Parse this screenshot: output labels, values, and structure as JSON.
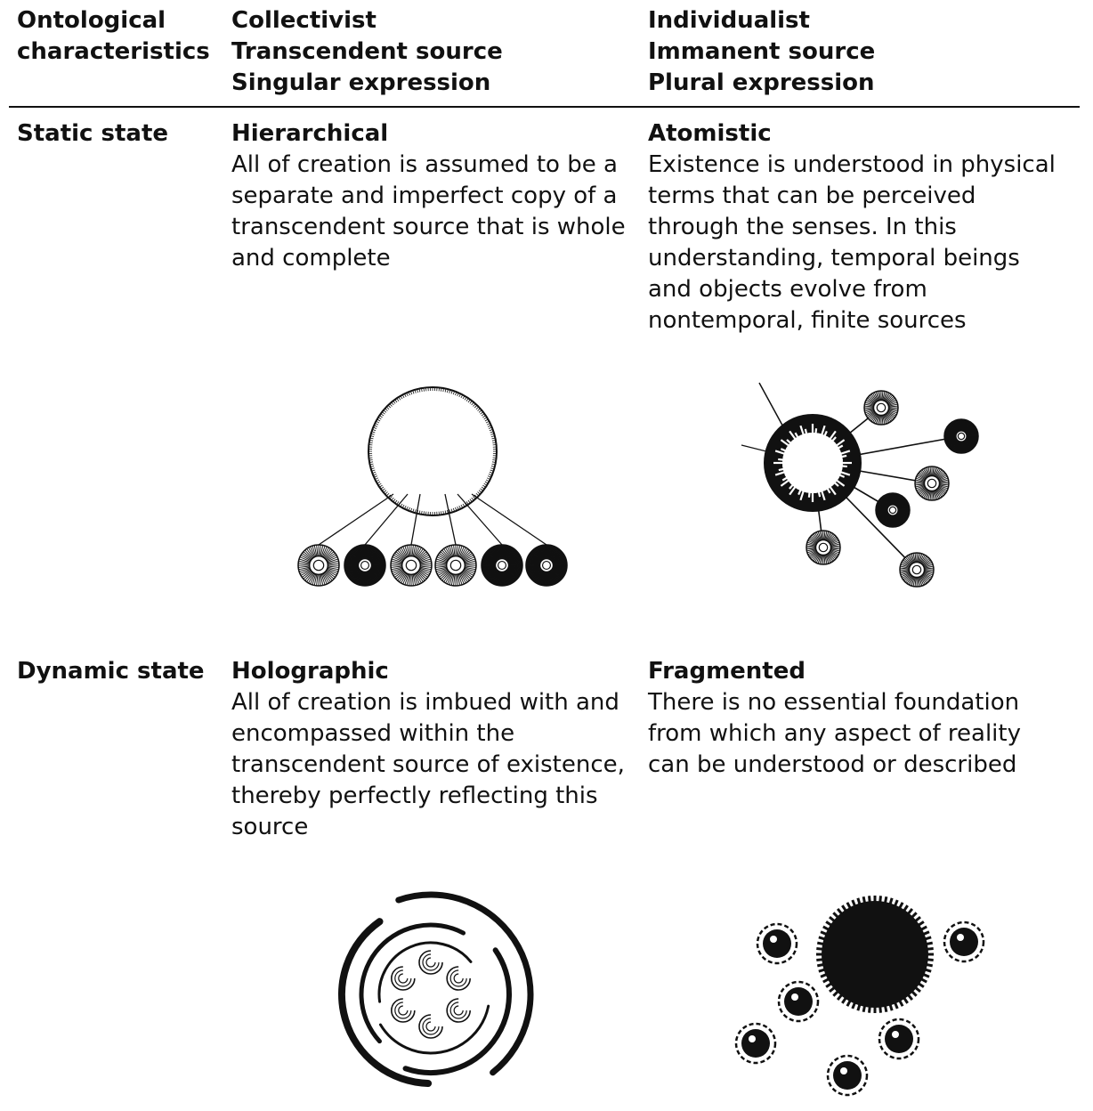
{
  "header": {
    "col0": [
      "Ontological",
      "characteristics"
    ],
    "col1": [
      "Collectivist",
      "Transcendent source",
      "Singular expression"
    ],
    "col2": [
      "Individualist",
      "Immanent source",
      "Plural expression"
    ]
  },
  "rows": [
    {
      "label": "Static state",
      "cells": [
        {
          "title": "Hierarchical",
          "text": "All of creation is assumed to be a separate and imperfect copy of a transcendent source that is whole and complete",
          "figure": "hierarchical-figure"
        },
        {
          "title": "Atomistic",
          "text": "Existence is understood in physical terms that can be perceived through the senses. In this understanding, temporal beings and objects evolve from nontemporal, finite sources",
          "figure": "atomistic-figure"
        }
      ]
    },
    {
      "label": "Dynamic state",
      "cells": [
        {
          "title": "Holographic",
          "text": "All of creation is imbued with and encompassed within the transcendent source of existence, thereby perfectly reflecting this source",
          "figure": "holographic-figure"
        },
        {
          "title": "Fragmented",
          "text": "There is no essential foundation from which any aspect of reality can be understood or described",
          "figure": "fragmented-figure"
        }
      ]
    }
  ],
  "colors": {
    "ink": "#111111",
    "paper": "#ffffff"
  }
}
